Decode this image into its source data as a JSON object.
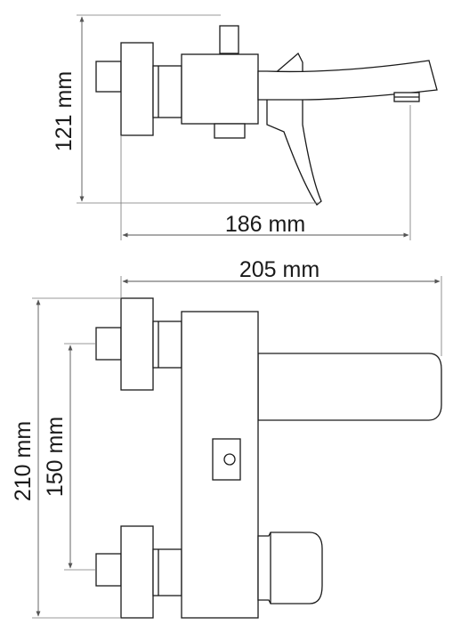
{
  "figure": {
    "side_view": {
      "height_label": "121 mm",
      "length_label": "186 mm"
    },
    "top_view": {
      "width_label": "205 mm",
      "overall_height_label": "210 mm",
      "inlet_spacing_label": "150 mm"
    },
    "colors": {
      "line": "#1a1a1a",
      "dimension": "#555555",
      "background": "#ffffff"
    }
  }
}
